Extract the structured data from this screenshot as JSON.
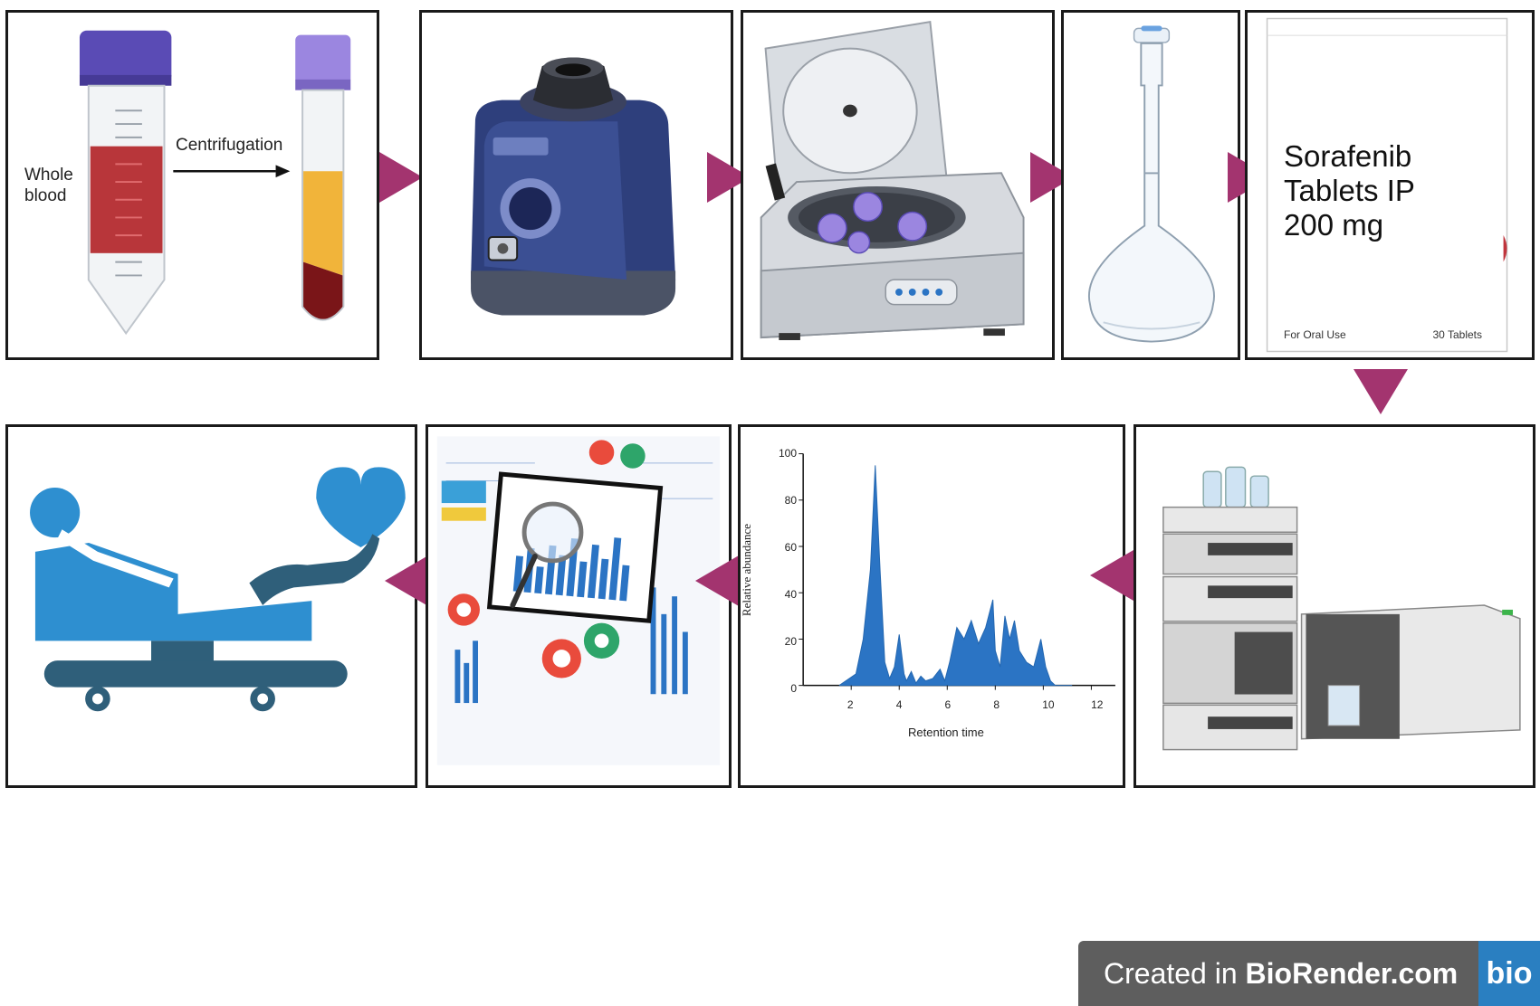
{
  "panel1": {
    "left_label": "Whole\nblood",
    "arrow_label": "Centrifugation"
  },
  "panel5": {
    "title_lines": [
      "Sorafenib",
      "Tablets IP",
      "200 mg"
    ],
    "foot_left": "For Oral Use",
    "foot_right": "30 Tablets"
  },
  "panel7": {
    "ylabel": "Relative abundance",
    "xlabel": "Retention time",
    "y_ticks": [
      "100",
      "80",
      "60",
      "40",
      "20",
      "0"
    ],
    "x_ticks": [
      "2",
      "4",
      "6",
      "8",
      "10",
      "12"
    ]
  },
  "footer": {
    "prefix": "Created in ",
    "brand": "BioRender.com",
    "logo": "bio"
  },
  "colors": {
    "arrow": "#a3346f",
    "peak": "#2b74c4",
    "vial_cap": "#5a4bb5",
    "blood": "#b8363a",
    "plasma": "#f1b43a",
    "patient": "#2e8fd0",
    "patient_dark": "#2f5f7a"
  },
  "chart_data": {
    "type": "area",
    "title": "",
    "xlabel": "Retention time",
    "ylabel": "Relative abundance",
    "xlim": [
      0,
      13
    ],
    "ylim": [
      0,
      100
    ],
    "x_ticks": [
      2,
      4,
      6,
      8,
      10,
      12
    ],
    "y_ticks": [
      0,
      20,
      40,
      60,
      80,
      100
    ],
    "series": [
      {
        "x": [
          1.5,
          2.2,
          2.5,
          2.8,
          3.0,
          3.2,
          3.4,
          3.6,
          3.8,
          4.0,
          4.2,
          4.3,
          4.5,
          4.7,
          4.9,
          5.1,
          5.4,
          5.7,
          5.9,
          6.1,
          6.4,
          6.7,
          7.0,
          7.3,
          7.6,
          7.9,
          8.0,
          8.2,
          8.4,
          8.6,
          8.8,
          9.0,
          9.3,
          9.6,
          9.9,
          10.1,
          10.3,
          10.5,
          10.8,
          11.2
        ],
        "y": [
          0,
          5,
          20,
          50,
          95,
          50,
          10,
          3,
          8,
          22,
          5,
          2,
          6,
          1,
          4,
          2,
          3,
          7,
          2,
          10,
          25,
          20,
          28,
          18,
          25,
          37,
          15,
          8,
          30,
          20,
          28,
          15,
          10,
          8,
          20,
          8,
          2,
          0,
          0,
          0
        ]
      }
    ]
  }
}
